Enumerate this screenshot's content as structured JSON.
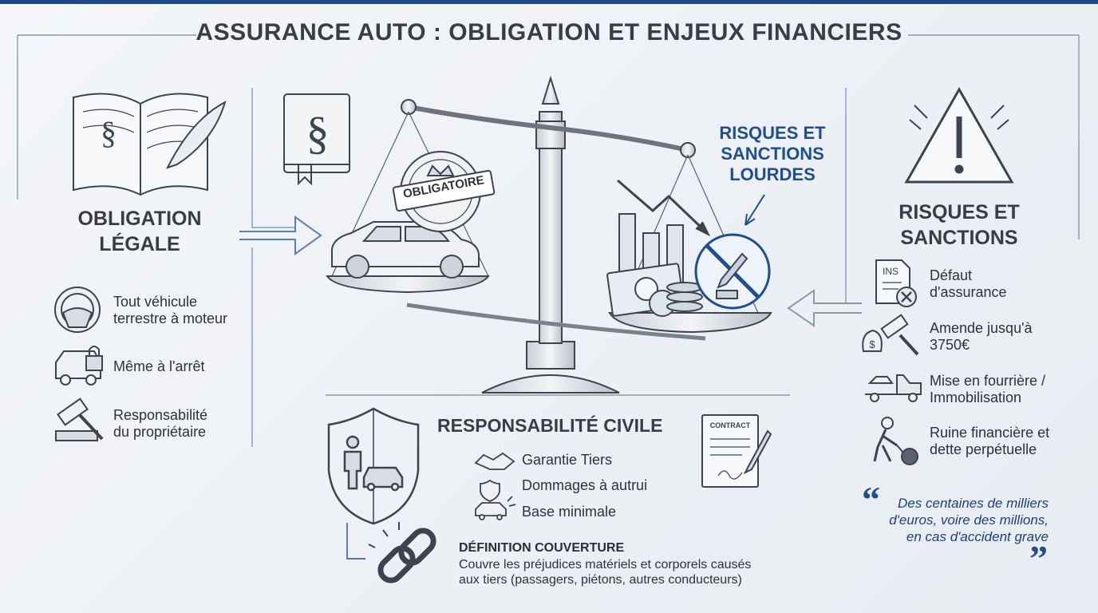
{
  "title": "ASSURANCE AUTO : OBLIGATION ET ENJEUX FINANCIERS",
  "left": {
    "heading_line1": "OBLIGATION",
    "heading_line2": "LÉGALE",
    "items": [
      {
        "line1": "Tout véhicule",
        "line2": "terrestre à moteur",
        "icon": "steering-wheel-icon"
      },
      {
        "line1": "Même à l'arrêt",
        "line2": "",
        "icon": "locked-car-icon"
      },
      {
        "line1": "Responsabilité",
        "line2": "du propriétaire",
        "icon": "gavel-icon"
      }
    ]
  },
  "center": {
    "stamp": "OBLIGATOIRE",
    "risk_label_line1": "RISQUES ET",
    "risk_label_line2": "SANCTIONS",
    "risk_label_line3": "LOURDES",
    "book_symbol": "§"
  },
  "right": {
    "heading_line1": "RISQUES ET",
    "heading_line2": "SANCTIONS",
    "items": [
      {
        "line1": "Défaut",
        "line2": "d'assurance",
        "icon": "uninsured-document-icon",
        "doc_label": "INS"
      },
      {
        "line1": "Amende jusqu'à",
        "line2": "3750€",
        "icon": "fine-gavel-icon"
      },
      {
        "line1": "Mise en fourrière /",
        "line2": "Immobilisation",
        "icon": "tow-truck-icon"
      },
      {
        "line1": "Ruine financière et",
        "line2": "dette perpétuelle",
        "icon": "ball-and-chain-icon"
      }
    ],
    "quote_line1": "Des centaines de milliers",
    "quote_line2": "d'euros, voire des millions,",
    "quote_line3": "en cas d'accident grave",
    "open_quote": "“",
    "close_quote": "”"
  },
  "bottom": {
    "heading": "RESPONSABILITÉ CIVILE",
    "items": [
      {
        "label": "Garantie Tiers",
        "icon": "handshake-icon"
      },
      {
        "label": "Dommages à autrui",
        "icon": "small-shield-icon"
      },
      {
        "label": "Base minimale",
        "icon": "crash-car-icon"
      }
    ],
    "contract_label": "CONTRACT",
    "definition_title": "DÉFINITION COUVERTURE",
    "definition_line1": "Couvre les préjudices matériels et corporels causés",
    "definition_line2": "aux tiers (passagers, piétons, autres conducteurs)"
  },
  "colors": {
    "accent": "#1f4f8f",
    "ink": "#3a3d44",
    "topbar": "#1d4a86"
  }
}
